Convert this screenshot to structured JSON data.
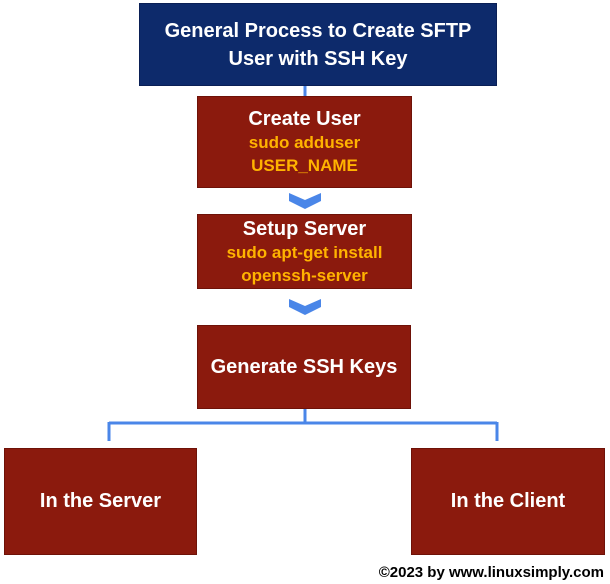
{
  "diagram": {
    "title": "General Process to Create SFTP User with SSH Key",
    "steps": [
      {
        "heading": "Create User",
        "command_lines": [
          "sudo adduser",
          "USER_NAME"
        ]
      },
      {
        "heading": "Setup Server",
        "command_lines": [
          "sudo apt-get install",
          "openssh-server"
        ]
      },
      {
        "heading": "Generate SSH Keys"
      }
    ],
    "branches": [
      "In the Server",
      "In the Client"
    ],
    "credit": "©2023 by www.linuxsimply.com"
  },
  "colors": {
    "title_fill": "#0d2a6b",
    "step_fill": "#8b1a0d",
    "command_text": "#ffb300",
    "connector": "#4a86e8"
  }
}
